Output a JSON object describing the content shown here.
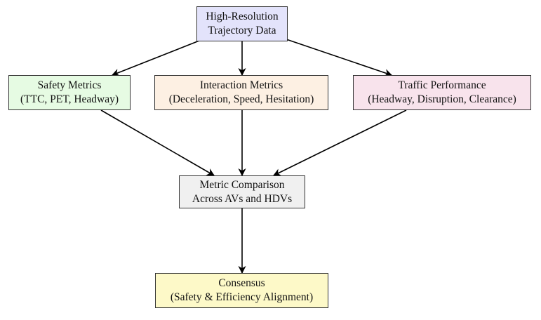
{
  "nodes": {
    "top": {
      "line1": "High-Resolution",
      "line2": "Trajectory Data"
    },
    "safety": {
      "line1": "Safety Metrics",
      "line2": "(TTC, PET, Headway)"
    },
    "interaction": {
      "line1": "Interaction Metrics",
      "line2": "(Deceleration, Speed, Hesitation)"
    },
    "traffic": {
      "line1": "Traffic Performance",
      "line2": "(Headway, Disruption, Clearance)"
    },
    "comparison": {
      "line1": "Metric Comparison",
      "line2": "Across AVs and HDVs"
    },
    "consensus": {
      "line1": "Consensus",
      "line2": "(Safety & Efficiency Alignment)"
    }
  },
  "colors": {
    "top": "#e3e3fb",
    "safety": "#e6fbe3",
    "interaction": "#fdf0e3",
    "traffic": "#f8e3ec",
    "comparison": "#f0f0f0",
    "consensus": "#fdf9c8",
    "edge": "#000000"
  },
  "edges": [
    {
      "from": "top",
      "to": "safety"
    },
    {
      "from": "top",
      "to": "interaction"
    },
    {
      "from": "top",
      "to": "traffic"
    },
    {
      "from": "safety",
      "to": "comparison"
    },
    {
      "from": "interaction",
      "to": "comparison"
    },
    {
      "from": "traffic",
      "to": "comparison"
    },
    {
      "from": "comparison",
      "to": "consensus"
    }
  ]
}
